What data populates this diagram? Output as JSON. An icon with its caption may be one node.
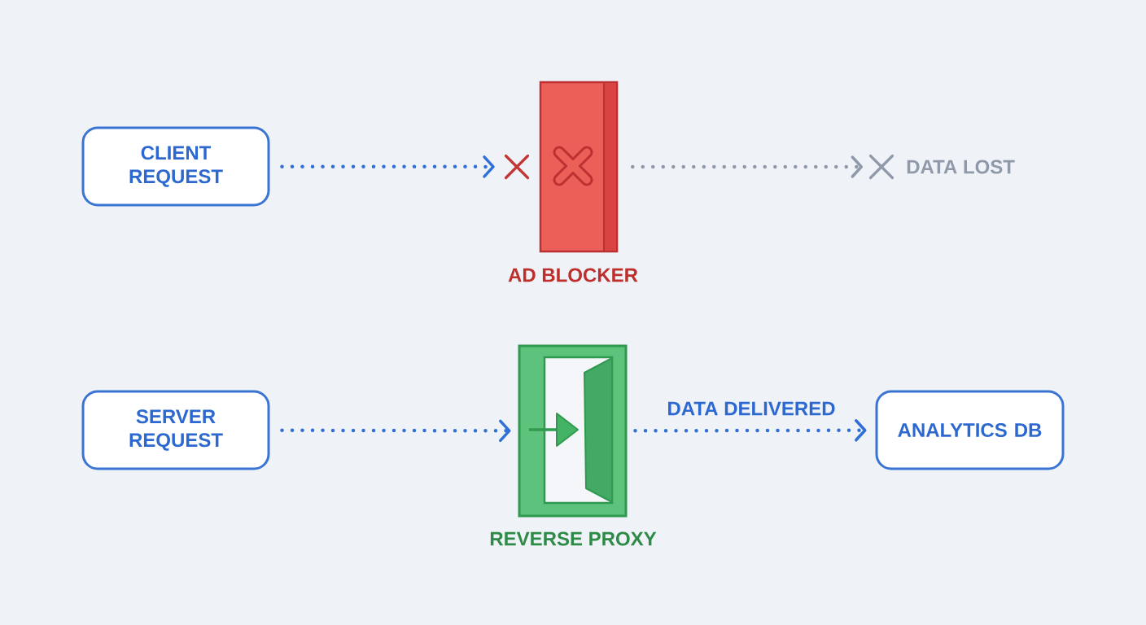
{
  "diagram": {
    "nodes": [
      {
        "text": [
          "CLIENT REQUEST"
        ]
      },
      {
        "text": [
          "AD BLOCKER"
        ]
      },
      {
        "text": [
          "DATA LOST"
        ]
      },
      {
        "text": [
          "SERVER REQUEST"
        ]
      },
      {
        "text": [
          "REVERSE PROXY"
        ]
      },
      {
        "text": [
          "ANALYTICS DB"
        ]
      }
    ],
    "edges": [
      {
        "from": 0,
        "to": 1,
        "arrow": "to"
      },
      {
        "from": 1,
        "to": 2,
        "arrow": "to",
        "color": "#8f99aa"
      },
      {
        "from": 3,
        "to": 4,
        "arrow": "to"
      },
      {
        "from": 4,
        "to": 5,
        "arrow": "to",
        "label": "DATA DELIVERED"
      }
    ]
  }
}
